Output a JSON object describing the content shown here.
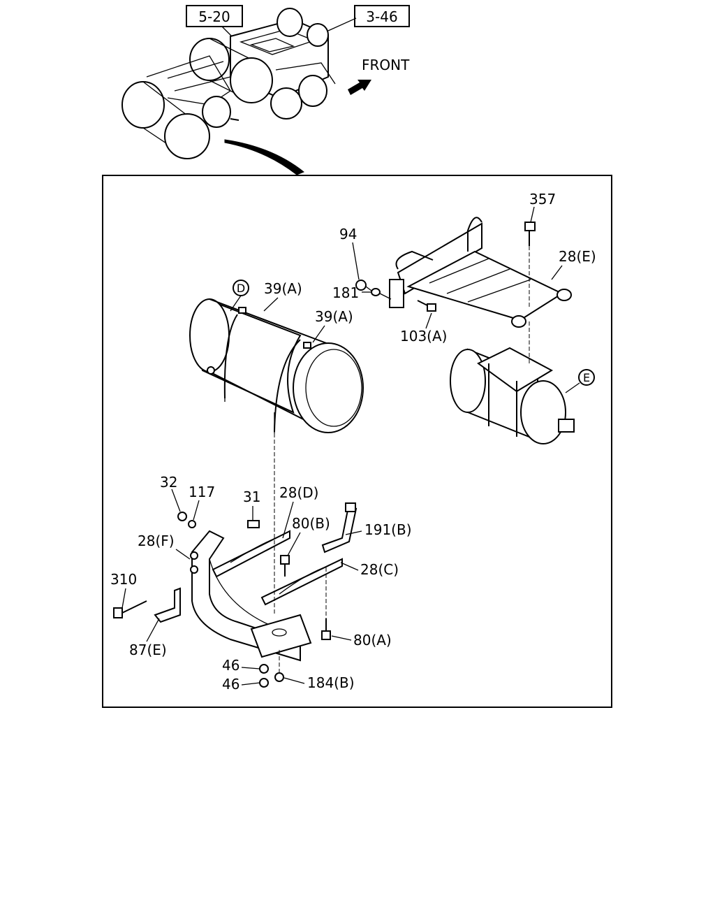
{
  "refs": {
    "ref_top_left": "5-20",
    "ref_top_right": "3-46"
  },
  "front_label": "FRONT",
  "markers": {
    "d": "D",
    "e": "E"
  },
  "callouts": {
    "c357": "357",
    "c28e": "28(E)",
    "c94": "94",
    "c181": "181",
    "c103a": "103(A)",
    "c39a_1": "39(A)",
    "c39a_2": "39(A)",
    "c32": "32",
    "c117": "117",
    "c31": "31",
    "c28d": "28(D)",
    "c80b": "80(B)",
    "c191b": "191(B)",
    "c28f": "28(F)",
    "c28c": "28(C)",
    "c310": "310",
    "c87e": "87(E)",
    "c80a": "80(A)",
    "c46_1": "46",
    "c46_2": "46",
    "c184b": "184(B)"
  },
  "icons": {
    "front_arrow": "arrow-icon"
  }
}
